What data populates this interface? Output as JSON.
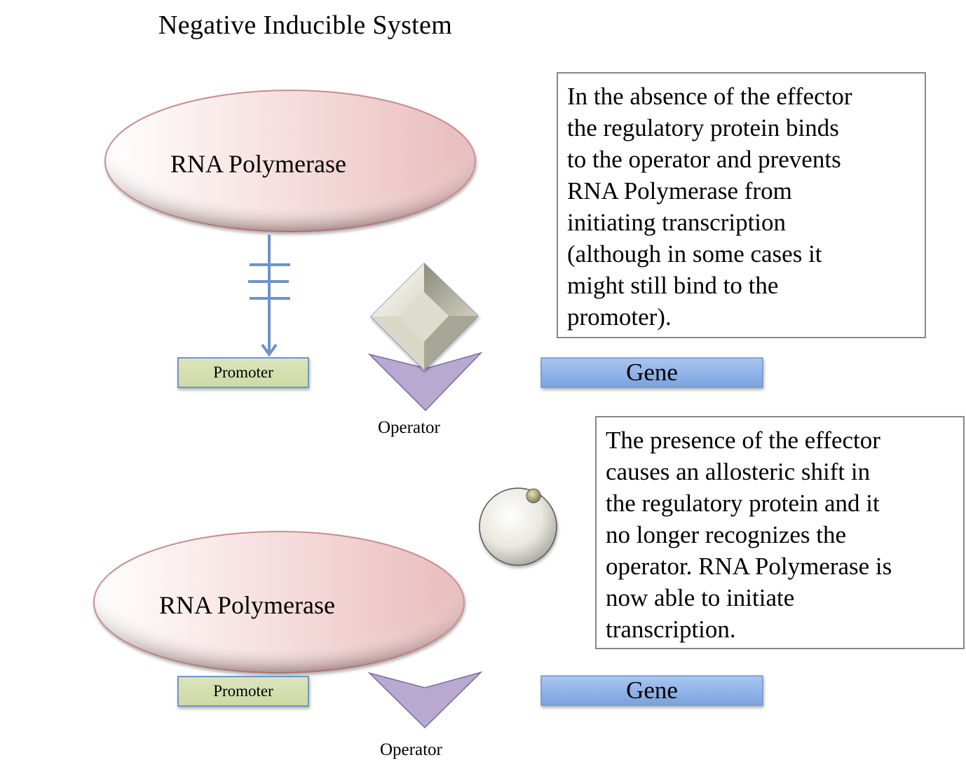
{
  "title": "Negative Inducible System",
  "colors": {
    "dna_line": "#6f93c8",
    "promoter_fill": "#d3deae",
    "gene_fill": "#8db1e8",
    "operator_fill": "#b8a9d0",
    "polymerase_fill": "#ecc9c9",
    "box_border": "#888888"
  },
  "top_panel": {
    "polymerase_label": "RNA Polymerase",
    "promoter_label": "Promoter",
    "gene_label": "Gene",
    "operator_label": "Operator",
    "regulatory_protein_shape": "diamond",
    "blocked_arrow_icon": "inhibition-arrow",
    "explanation_lines": [
      "In the absence of the effector",
      "the regulatory protein binds",
      "to the operator and prevents",
      "RNA Polymerase from",
      "initiating transcription",
      "(although in some cases it",
      "might still bind to the",
      "promoter)."
    ]
  },
  "bottom_panel": {
    "polymerase_label": "RNA Polymerase",
    "promoter_label": "Promoter",
    "gene_label": "Gene",
    "operator_label": "Operator",
    "regulatory_protein_shape": "sphere",
    "explanation_lines": [
      "The presence of the effector",
      "causes an allosteric shift in",
      "the regulatory protein and it",
      "no longer recognizes the",
      "operator. RNA Polymerase is",
      "now able to initiate",
      "transcription."
    ]
  }
}
